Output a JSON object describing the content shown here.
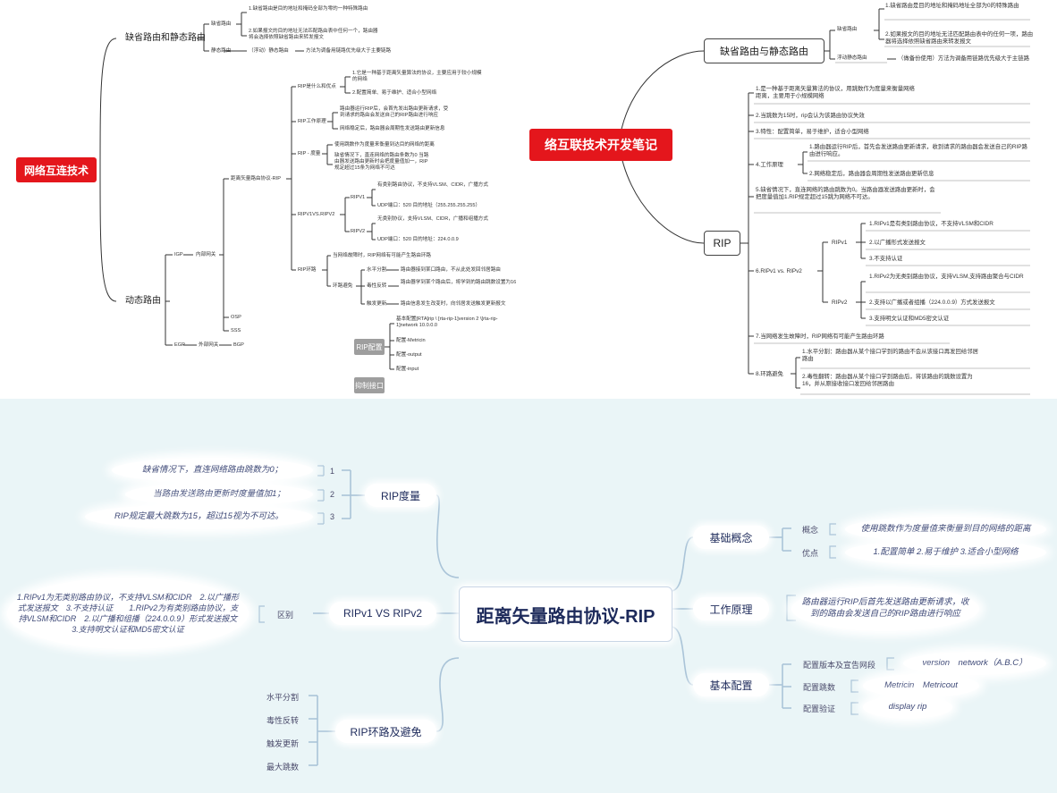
{
  "map1": {
    "root": "网络互连技术",
    "default_static": {
      "label": "缺省路由和静态路由",
      "default_label": "缺省路由",
      "default_note1": "1.缺省路由是目的地址和掩码全部为零的一种特殊路由",
      "default_note2": "2.如果报文的目的地址无法匹配路由表中任何一个，路由器将会选择依照缺省路由来转发报文",
      "static_label": "静态路由",
      "static_note": "（浮动）静态路由",
      "static_note2": "方法为调备用链路优先级大于主要链路"
    },
    "dynamic": {
      "label": "动态路由",
      "igp": "IGP",
      "igp_desc": "内部网关",
      "egp": "EGP",
      "egp_desc": "外部网关",
      "bgp": "BGP",
      "dv": "距离矢量路由协议-RIP",
      "osp": "OSP",
      "sss": "SSS",
      "rip_what": "RIP是什么和优点",
      "rip_what_1": "1.它是一种基于距离矢量算法的协议，主要应用于较小规模的网络",
      "rip_what_2": "2.配置简单、易于维护、适合小型网络",
      "rip_work": "RIP工作原理",
      "rip_work_1": "路由器运行RIP后，会首先发出路由更新请求，受到请求的路由会发送自己的RIP路由进行响应",
      "rip_work_2": "网络稳定后，路由器会周期性发送路由更新信息",
      "rip_metric": "RIP - 度量",
      "rip_metric_1": "使用跳数作为度量来衡量到达目的网络的距离",
      "rip_metric_2": "缺省情况下，直连网络的路由条数为0 当路由器发送路由更新时会把度量值加一，RIP规定超过15条为网络不可达",
      "v1v2": "RIPV1VS.RIPV2",
      "ripv1": "RIPV1",
      "ripv1_1": "有类别路由协议，不支持VLSM、CIDR，广播方式",
      "ripv1_2": "UDP端口：520 目的地址（255.255.255.255）",
      "ripv2": "RIPV2",
      "ripv2_1": "无类别协议，支持VLSM、CIDR，广播和组播方式",
      "ripv2_2": "UDP端口：520 目的地址：224.0.0.9",
      "rip_loop": "RIP环路",
      "rip_loop_0": "当网络故障时，RIP网络有可能产生路由环路",
      "loop_avoid": "环路避免",
      "split": "水平分割",
      "split_d": "路由器接到某口路由，不从此处发回邻居路由",
      "poison": "毒性反转",
      "poison_d": "路由器学到某个路由后，将学到的路由跳数设置为16",
      "trigger": "触发更新",
      "trigger_d": "路由信息发生改变时，向邻居发送触发更新报文",
      "rip_config": "RIP配置",
      "cfg_1": "基本配置[RTA]rip \\ [rta-rip-1]version 2 \\[rta-rip-1]network 10.0.0.0",
      "cfg_2": "配置-Metricin",
      "cfg_3": "配置-output",
      "cfg_4": "配置-input",
      "suppress": "抑制接口"
    }
  },
  "map2": {
    "title_fragment": "络互联技术开发笔记",
    "ds": {
      "label": "缺省路由与静态路由",
      "default_label": "缺省路由",
      "default_note1": "1.缺省路由是目的地址和掩码地址全部为0的特殊路由",
      "default_note2": "2.如果报文的目的地址无法匹配路由表中的任何一项，路由器将选择依照缺省路由来转发报文",
      "float_label": "浮动静态路由",
      "float_note": "（做备份使用）方法为调备用链路优先级大于主链路"
    },
    "rip": {
      "label": "RIP",
      "n1": "1.是一种基于距离矢量算法的协议，用跳数作为度量来衡量网络距离，主要用于小规模网络",
      "n2": "2.当跳数为15时，rip会认为该路由协议失效",
      "n3": "3.特性：配置简单，易于维护，适合小型网络",
      "n4": "4.工作原理",
      "n4_1": "1.路由器运行RIP后，首先会发送路由更新请求，收到请求的路由器会发送自己的RIP路由进行响应。",
      "n4_2": "2.网络稳定后，路由器会周期性发送路由更新信息",
      "n5": "5.缺省情况下，直连网络的路由跳数为0。当路由器发送路由更新时，会把度量值加1.RIP规定超过15跳为网络不可达。",
      "n6": "6.RIPv1 vs. RIPv2",
      "v1": "RIPv1",
      "v1_1": "1.RIPv1是有类别路由协议，不支持VLSM和CIDR",
      "v1_2": "2.以广播形式发送报文",
      "v1_3": "3.不支持认证",
      "v2": "RIPv2",
      "v2_1": "1.RIPv2为无类别路由协议，支持VLSM,支持路由聚合与CIDR",
      "v2_2": "2.支持以广播或者组播（224.0.0.9）方式发送报文",
      "v2_3": "3.支持明文认证和MD5密文认证",
      "n7": "7.当网络发生故障时，RIP网络有可能产生路由环路",
      "n8": "8.环路避免",
      "n8_1": "1.水平分割：路由器从某个接口学到的路由不会从该接口再发回给邻居路由",
      "n8_2": "2.毒性翻转：路由器从某个接口学到路由后，将该路由的跳数设置为16，并从原接收接口发回给邻居路由"
    }
  },
  "map3": {
    "center": "距离矢量路由协议-RIP",
    "metric": {
      "label": "RIP度量",
      "num1": "1",
      "num2": "2",
      "num3": "3",
      "c1": "缺省情况下，直连网络路由跳数为0；",
      "c2": "当路由发送路由更新时度量值加1；",
      "c3": "RIP规定最大跳数为15，超过15视为不可达。"
    },
    "v1v2": {
      "label": "RIPv1 VS RIPv2",
      "sub": "区别",
      "cloud": "1.RIPv1为无类别路由协议，不支持VLSM和CIDR　2.以广播形式发送报文　3.不支持认证　　1.RIPv2为有类别路由协议，支持VLSM和CIDR　2.以广播和组播（224.0.0.9）形式发送报文　3.支持明文认证和MD5密文认证"
    },
    "loop": {
      "label": "RIP环路及避免",
      "items": [
        "水平分割",
        "毒性反转",
        "触发更新",
        "最大跳数"
      ]
    },
    "basic": {
      "label": "基础概念",
      "concept": "概念",
      "concept_c": "使用跳数作为度量值来衡量到目的网络的距离",
      "adv": "优点",
      "adv_c": "1.配置简单 2.易于维护 3.适合小型网络"
    },
    "work": {
      "label": "工作原理",
      "c": "路由器运行RIP后首先发送路由更新请求，收到的路由会发送自己的RIP路由进行响应"
    },
    "config": {
      "label": "基本配置",
      "i1": "配置版本及宣告网段",
      "i1_c": "version　network（A.B.C）",
      "i2": "配置跳数",
      "i2_c": "Metricin　Metricout",
      "i3": "配置验证",
      "i3_c": "display rip"
    }
  }
}
